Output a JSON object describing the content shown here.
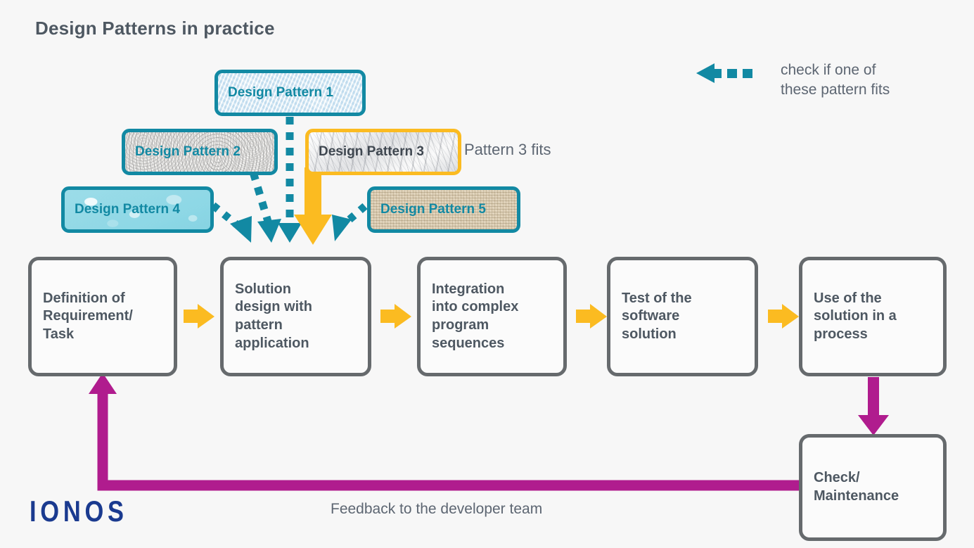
{
  "page": {
    "title": "Design Patterns in practice",
    "background_color": "#f7f7f7"
  },
  "colors": {
    "teal": "#1289a3",
    "yellow": "#fbbb21",
    "gray_border": "#666a6d",
    "magenta": "#b01c8e",
    "text_gray": "#4e5862",
    "muted_gray": "#5d6672",
    "logo_blue": "#1a3a8f"
  },
  "patterns": [
    {
      "label": "Design Pattern 1",
      "texture": "ice",
      "border": "teal",
      "selected": false
    },
    {
      "label": "Design Pattern 2",
      "texture": "speckle",
      "border": "teal",
      "selected": false
    },
    {
      "label": "Design Pattern 3",
      "texture": "marble",
      "border": "yellow",
      "selected": true
    },
    {
      "label": "Design Pattern 4",
      "texture": "water",
      "border": "teal",
      "selected": false
    },
    {
      "label": "Design Pattern 5",
      "texture": "burlap",
      "border": "teal",
      "selected": false
    }
  ],
  "annotations": {
    "fits_label": "Pattern 3 fits",
    "feedback_label": "Feedback to the developer team"
  },
  "legend": {
    "arrow_icon": "dashed-arrow-left-icon",
    "text": "check if one of\nthese pattern fits"
  },
  "process_steps": [
    {
      "label": "Definition of\nRequirement/\nTask"
    },
    {
      "label": "Solution\ndesign with\npattern\napplication"
    },
    {
      "label": "Integration\ninto complex\nprogram\nsequences"
    },
    {
      "label": "Test of the\nsoftware\nsolution"
    },
    {
      "label": "Use of the\nsolution in a\nprocess"
    }
  ],
  "maintenance_step": {
    "label": "Check/\nMaintenance"
  },
  "logo": {
    "text": "IONOS"
  }
}
